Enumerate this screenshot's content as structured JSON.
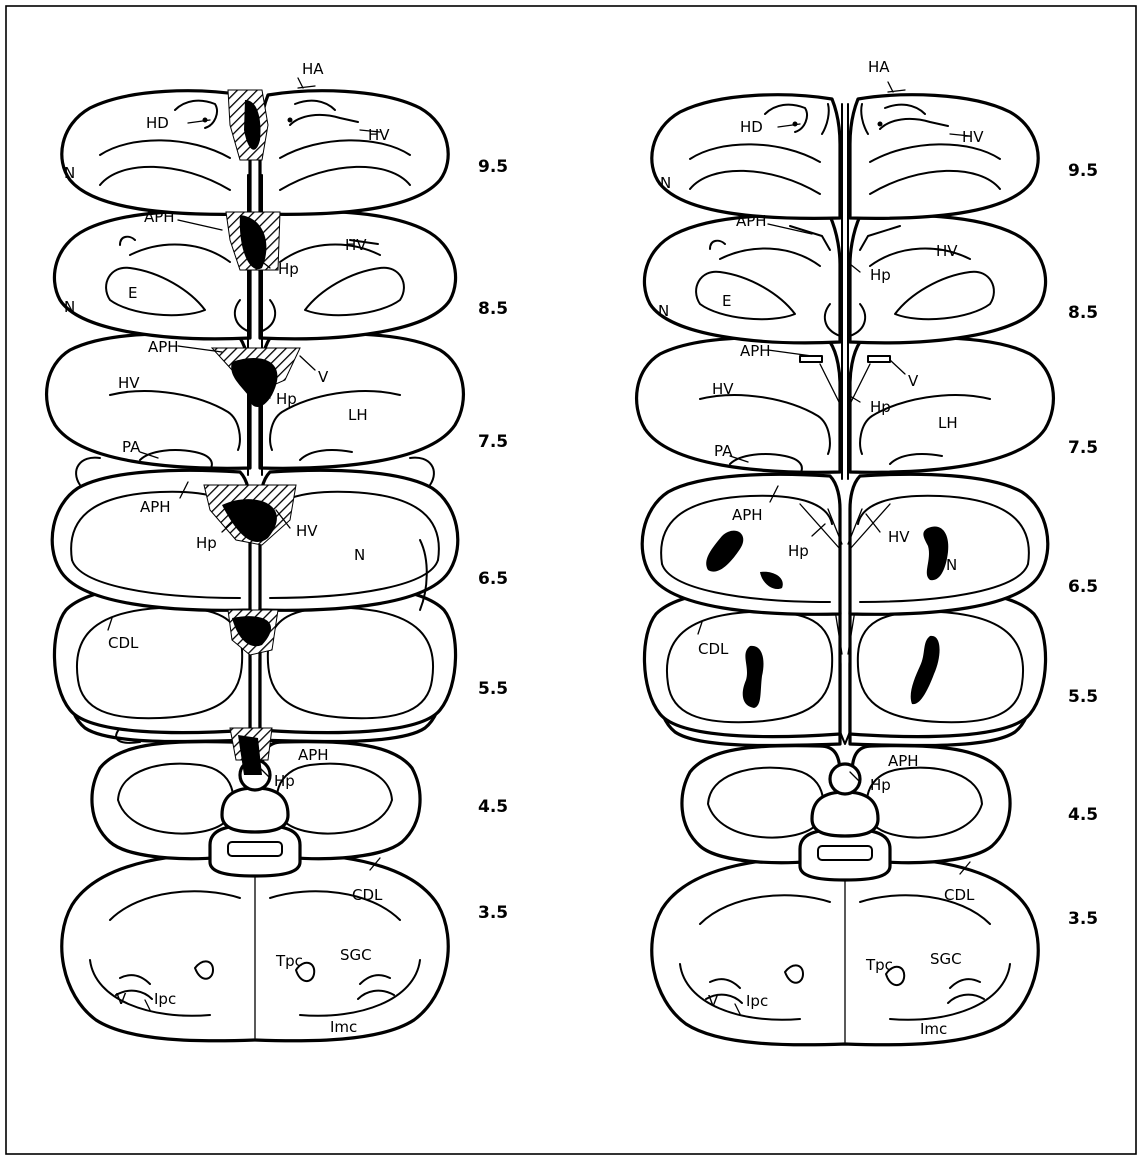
{
  "left_panel": {
    "levels": [
      "9.5",
      "8.5",
      "7.5",
      "6.5",
      "5.5",
      "4.5",
      "3.5"
    ],
    "labels": {
      "s95": [
        "HA",
        "HD",
        "HV",
        "N"
      ],
      "s85": [
        "APH",
        "HV",
        "Hp",
        "N",
        "E"
      ],
      "s75": [
        "APH",
        "V",
        "HV",
        "Hp",
        "LH",
        "PA"
      ],
      "s65": [
        "APH",
        "Hp",
        "HV",
        "N"
      ],
      "s55": [
        "CDL"
      ],
      "s45": [
        "APH",
        "Hp"
      ],
      "s35": [
        "CDL"
      ],
      "s25": [
        "V",
        "Ipc",
        "Tpc",
        "SGC",
        "Imc"
      ]
    }
  },
  "right_panel": {
    "levels": [
      "9.5",
      "8.5",
      "7.5",
      "6.5",
      "5.5",
      "4.5",
      "3.5"
    ],
    "labels": {
      "s95": [
        "HA",
        "HD",
        "HV",
        "N"
      ],
      "s85": [
        "APH",
        "HV",
        "Hp",
        "N",
        "E"
      ],
      "s75": [
        "APH",
        "V",
        "HV",
        "Hp",
        "LH",
        "PA"
      ],
      "s65": [
        "APH",
        "Hp",
        "HV",
        "N"
      ],
      "s55": [
        "CDL"
      ],
      "s45": [
        "APH",
        "Hp"
      ],
      "s35": [
        "CDL"
      ],
      "s25": [
        "V",
        "Ipc",
        "Tpc",
        "SGC",
        "Imc"
      ]
    }
  },
  "colors": {
    "ink": "#000000",
    "paper": "#ffffff"
  }
}
